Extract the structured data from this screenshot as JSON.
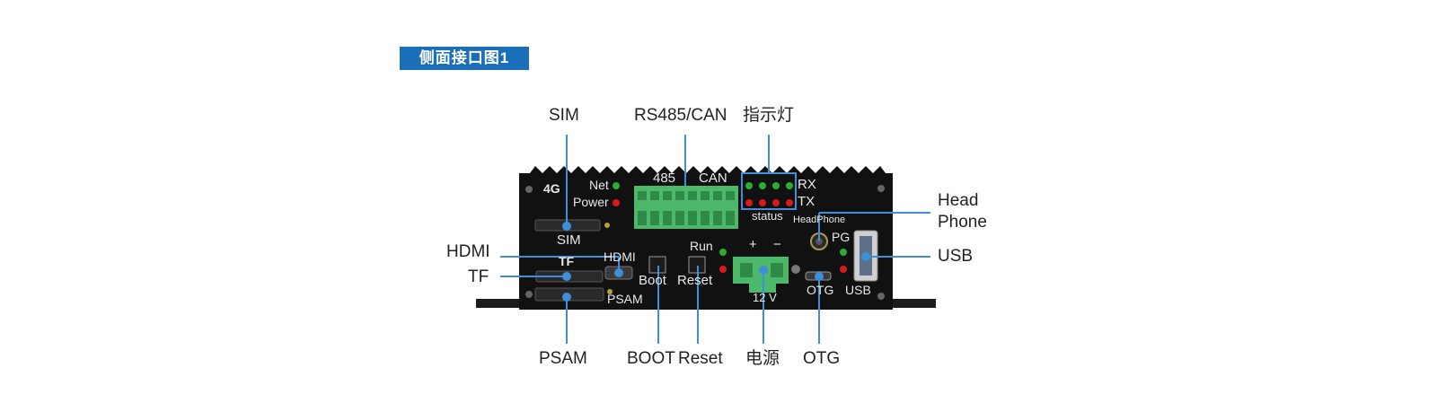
{
  "section_title": "侧面接口图1",
  "callouts": {
    "sim": "SIM",
    "rs485_can": "RS485/CAN",
    "indicator": "指示灯",
    "head": "Head",
    "phone": "Phone",
    "usb": "USB",
    "hdmi": "HDMI",
    "tf": "TF",
    "psam": "PSAM",
    "boot": "BOOT",
    "reset": "Reset",
    "power": "电源",
    "otg": "OTG"
  },
  "panel": {
    "label_4g": "4G",
    "net": "Net",
    "power": "Power",
    "sim": "SIM",
    "tf": "TF",
    "psam": "PSAM",
    "hdmi": "HDMI",
    "boot": "Boot",
    "reset": "Reset",
    "run": "Run",
    "p485": "485",
    "can": "CAN",
    "rx": "RX",
    "tx": "TX",
    "status": "status",
    "headphone": "HeadPhone",
    "pg": "PG",
    "otg": "OTG",
    "usb": "USB",
    "plus": "+",
    "minus": "−",
    "v12": "12 V"
  },
  "colors": {
    "accent": "#1b6fb8",
    "callout_line": "#3f8fd8",
    "terminal_green": "#4db86a",
    "led_green": "#27b02e",
    "led_red": "#d61a1a"
  }
}
